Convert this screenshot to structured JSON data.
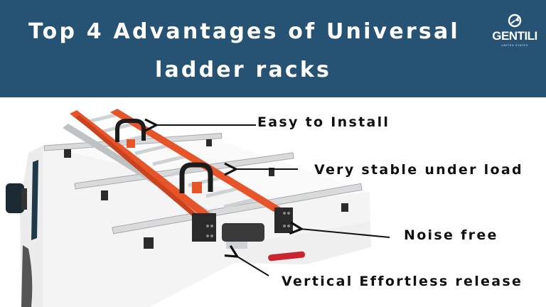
{
  "header": {
    "title_line1": "Top 4 Advantages of Universal",
    "title_line2": "ladder racks",
    "background_color": "#265274"
  },
  "logo": {
    "wordmark": "GENTILI",
    "subtitle": "UNITED STATES",
    "icon": "gentili-circle-arrow-icon"
  },
  "image": {
    "description": "White van with orange extension ladder on a universal roof rack with rollers and clamps",
    "ladder_color": "#e8542a"
  },
  "callouts": [
    {
      "label": "Easy to Install"
    },
    {
      "label": "Very stable under load"
    },
    {
      "label": "Noise free"
    },
    {
      "label": "Vertical Effortless release"
    }
  ]
}
